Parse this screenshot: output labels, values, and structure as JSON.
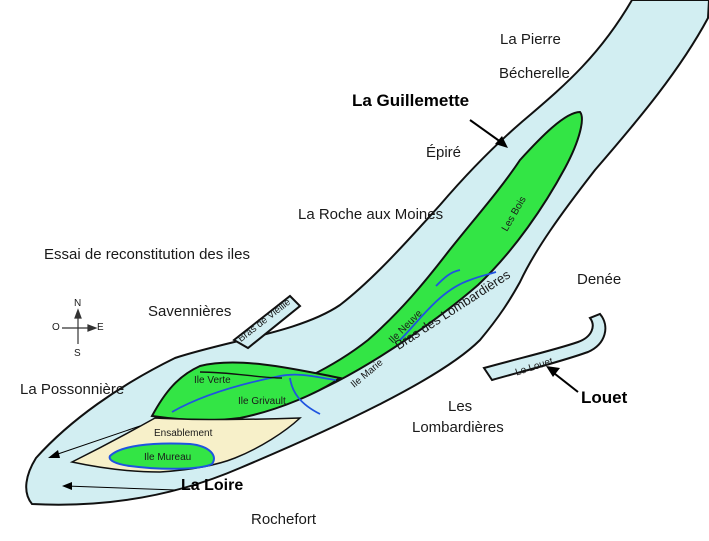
{
  "title": "Essai de reconstitution des iles",
  "compass": {
    "n": "N",
    "s": "S",
    "e": "E",
    "o": "O"
  },
  "places": {
    "la_pierre": "La Pierre",
    "becherelle": "Bécherelle",
    "la_guillemette": "La Guillemette",
    "epire": "Épiré",
    "la_roche_aux_moines": "La Roche aux Moines",
    "denee": "Denée",
    "savennieres": "Savennières",
    "la_possonniere": "La Possonnière",
    "les_lombardieres_1": "Les",
    "les_lombardieres_2": "Lombardières",
    "louet": "Louet",
    "rochefort": "Rochefort"
  },
  "river": {
    "la_loire": "La Loire"
  },
  "channels": {
    "bras_des_lombardieres": "Bras des Lombardières",
    "bras_de_vieille": "Bras de Vieille",
    "le_louet": "Le Louet"
  },
  "islands": {
    "les_bois": "Les Bois",
    "ile_neuve": "Ile Neuve",
    "ile_marie": "Ile Marie",
    "ile_verte": "Ile Verte",
    "ile_grivault": "Ile Grivault",
    "ensablement": "Ensablement",
    "ile_mureau": "Ile Mureau"
  },
  "colors": {
    "river": "#d2eef2",
    "island": "#33e545",
    "sand": "#f7f0c9",
    "channel_line": "#1f54e0",
    "outline": "#111111"
  }
}
